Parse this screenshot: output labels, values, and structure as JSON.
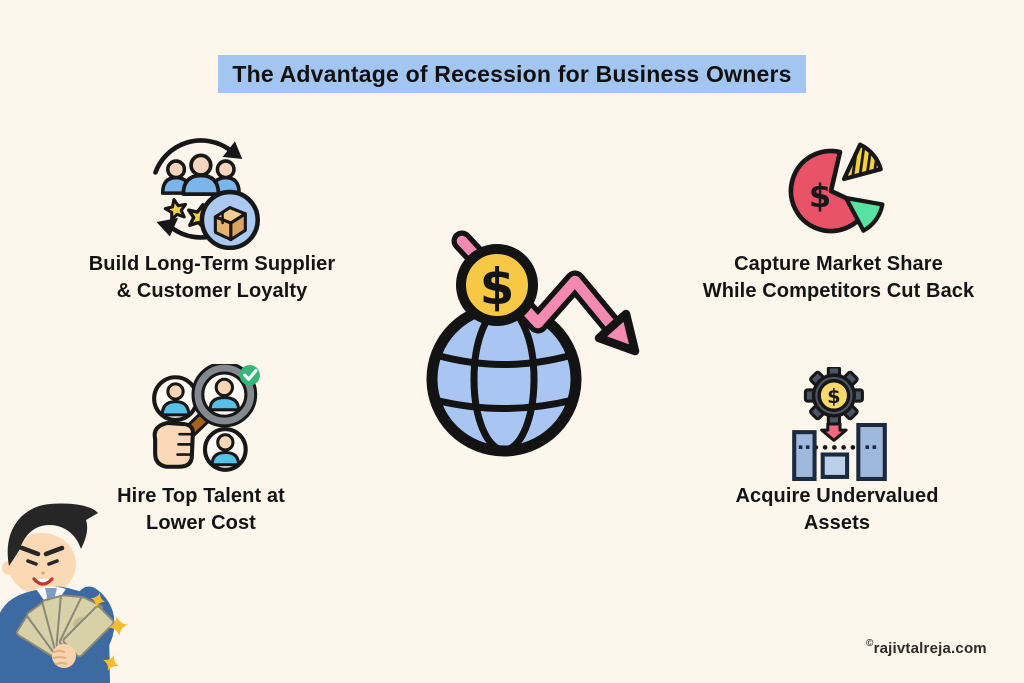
{
  "title": "The Advantage of Recession for Business Owners",
  "quadrants": {
    "top_left": {
      "icon": "supplier-customer-loyalty-icon",
      "line1": "Build Long-Term Supplier",
      "line2": "& Customer Loyalty"
    },
    "top_right": {
      "icon": "market-share-pie-chart-icon",
      "line1": "Capture Market Share",
      "line2": "While Competitors Cut Back"
    },
    "bottom_left": {
      "icon": "talent-search-magnifier-icon",
      "line1": "Hire Top Talent at",
      "line2": "Lower Cost"
    },
    "bottom_right": {
      "icon": "undervalued-assets-gear-icon",
      "line1": "Acquire Undervalued",
      "line2": "Assets"
    }
  },
  "center": {
    "icon": "globe-declining-dollar-arrow-icon"
  },
  "decoration": {
    "icon": "businessman-with-money-illustration"
  },
  "glyphs": {
    "dollar": "$"
  },
  "watermark": {
    "copyright": "©",
    "domain": "rajivtalreja.com"
  },
  "colors": {
    "background": "#FDF6EC",
    "title_highlight": "#A3C6F1",
    "text": "#141414",
    "globe_blue": "#A9C6F3",
    "arrow_pink": "#F48AB0",
    "coin_yellow": "#F6C845",
    "pie_red": "#E85368",
    "pie_yellow": "#F2D23E",
    "pie_green": "#57E2A2",
    "people_blue": "#7AB5EC",
    "skin": "#F7D6BD",
    "gear_gray": "#4C5566",
    "building_blue": "#9FB9DD"
  }
}
